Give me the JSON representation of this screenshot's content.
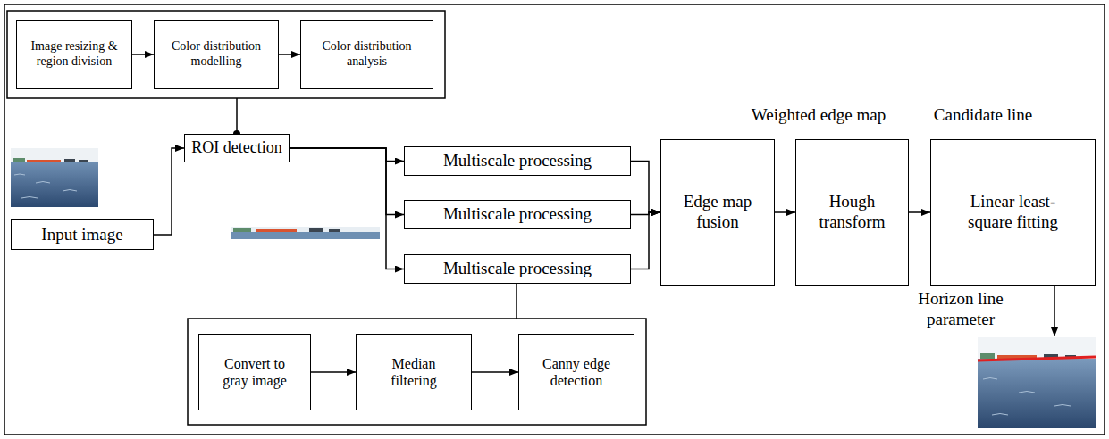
{
  "diagram": {
    "nodes": [
      {
        "text": [
          "Image resizing & region division"
        ]
      },
      {
        "text": [
          "Color distribution modelling"
        ]
      },
      {
        "text": [
          "Color distribution analysis"
        ]
      },
      {
        "text": [
          "Input image"
        ]
      },
      {
        "text": [
          "ROI detection"
        ]
      },
      {
        "text": [
          "Multiscale processing"
        ]
      },
      {
        "text": [
          "Multiscale processing"
        ]
      },
      {
        "text": [
          "Multiscale processing"
        ]
      },
      {
        "text": [
          "Edge map fusion"
        ]
      },
      {
        "text": [
          "Hough transform"
        ]
      },
      {
        "text": [
          "Linear least- square fitting"
        ]
      },
      {
        "text": [
          "Convert to gray image"
        ]
      },
      {
        "text": [
          "Median filtering"
        ]
      },
      {
        "text": [
          "Canny edge detection"
        ]
      }
    ],
    "edges": [
      {
        "from": 0,
        "to": 1,
        "arrow": "to"
      },
      {
        "from": 1,
        "to": 2,
        "arrow": "to"
      },
      {
        "from": 3,
        "to": 4,
        "arrow": "to"
      },
      {
        "from": 4,
        "to": 5,
        "arrow": "to"
      },
      {
        "from": 4,
        "to": 6,
        "arrow": "to"
      },
      {
        "from": 4,
        "to": 7,
        "arrow": "to"
      },
      {
        "from": 5,
        "to": 8,
        "arrow": "to"
      },
      {
        "from": 6,
        "to": 8,
        "arrow": "to"
      },
      {
        "from": 7,
        "to": 8,
        "arrow": "to"
      },
      {
        "from": 8,
        "to": 9,
        "arrow": "to"
      },
      {
        "from": 9,
        "to": 10,
        "arrow": "to"
      },
      {
        "from": 11,
        "to": 12,
        "arrow": "to"
      },
      {
        "from": 12,
        "to": 13,
        "arrow": "to"
      }
    ],
    "labels": [
      "Weighted edge map",
      "Candidate line",
      "Horizon line parameter"
    ]
  }
}
